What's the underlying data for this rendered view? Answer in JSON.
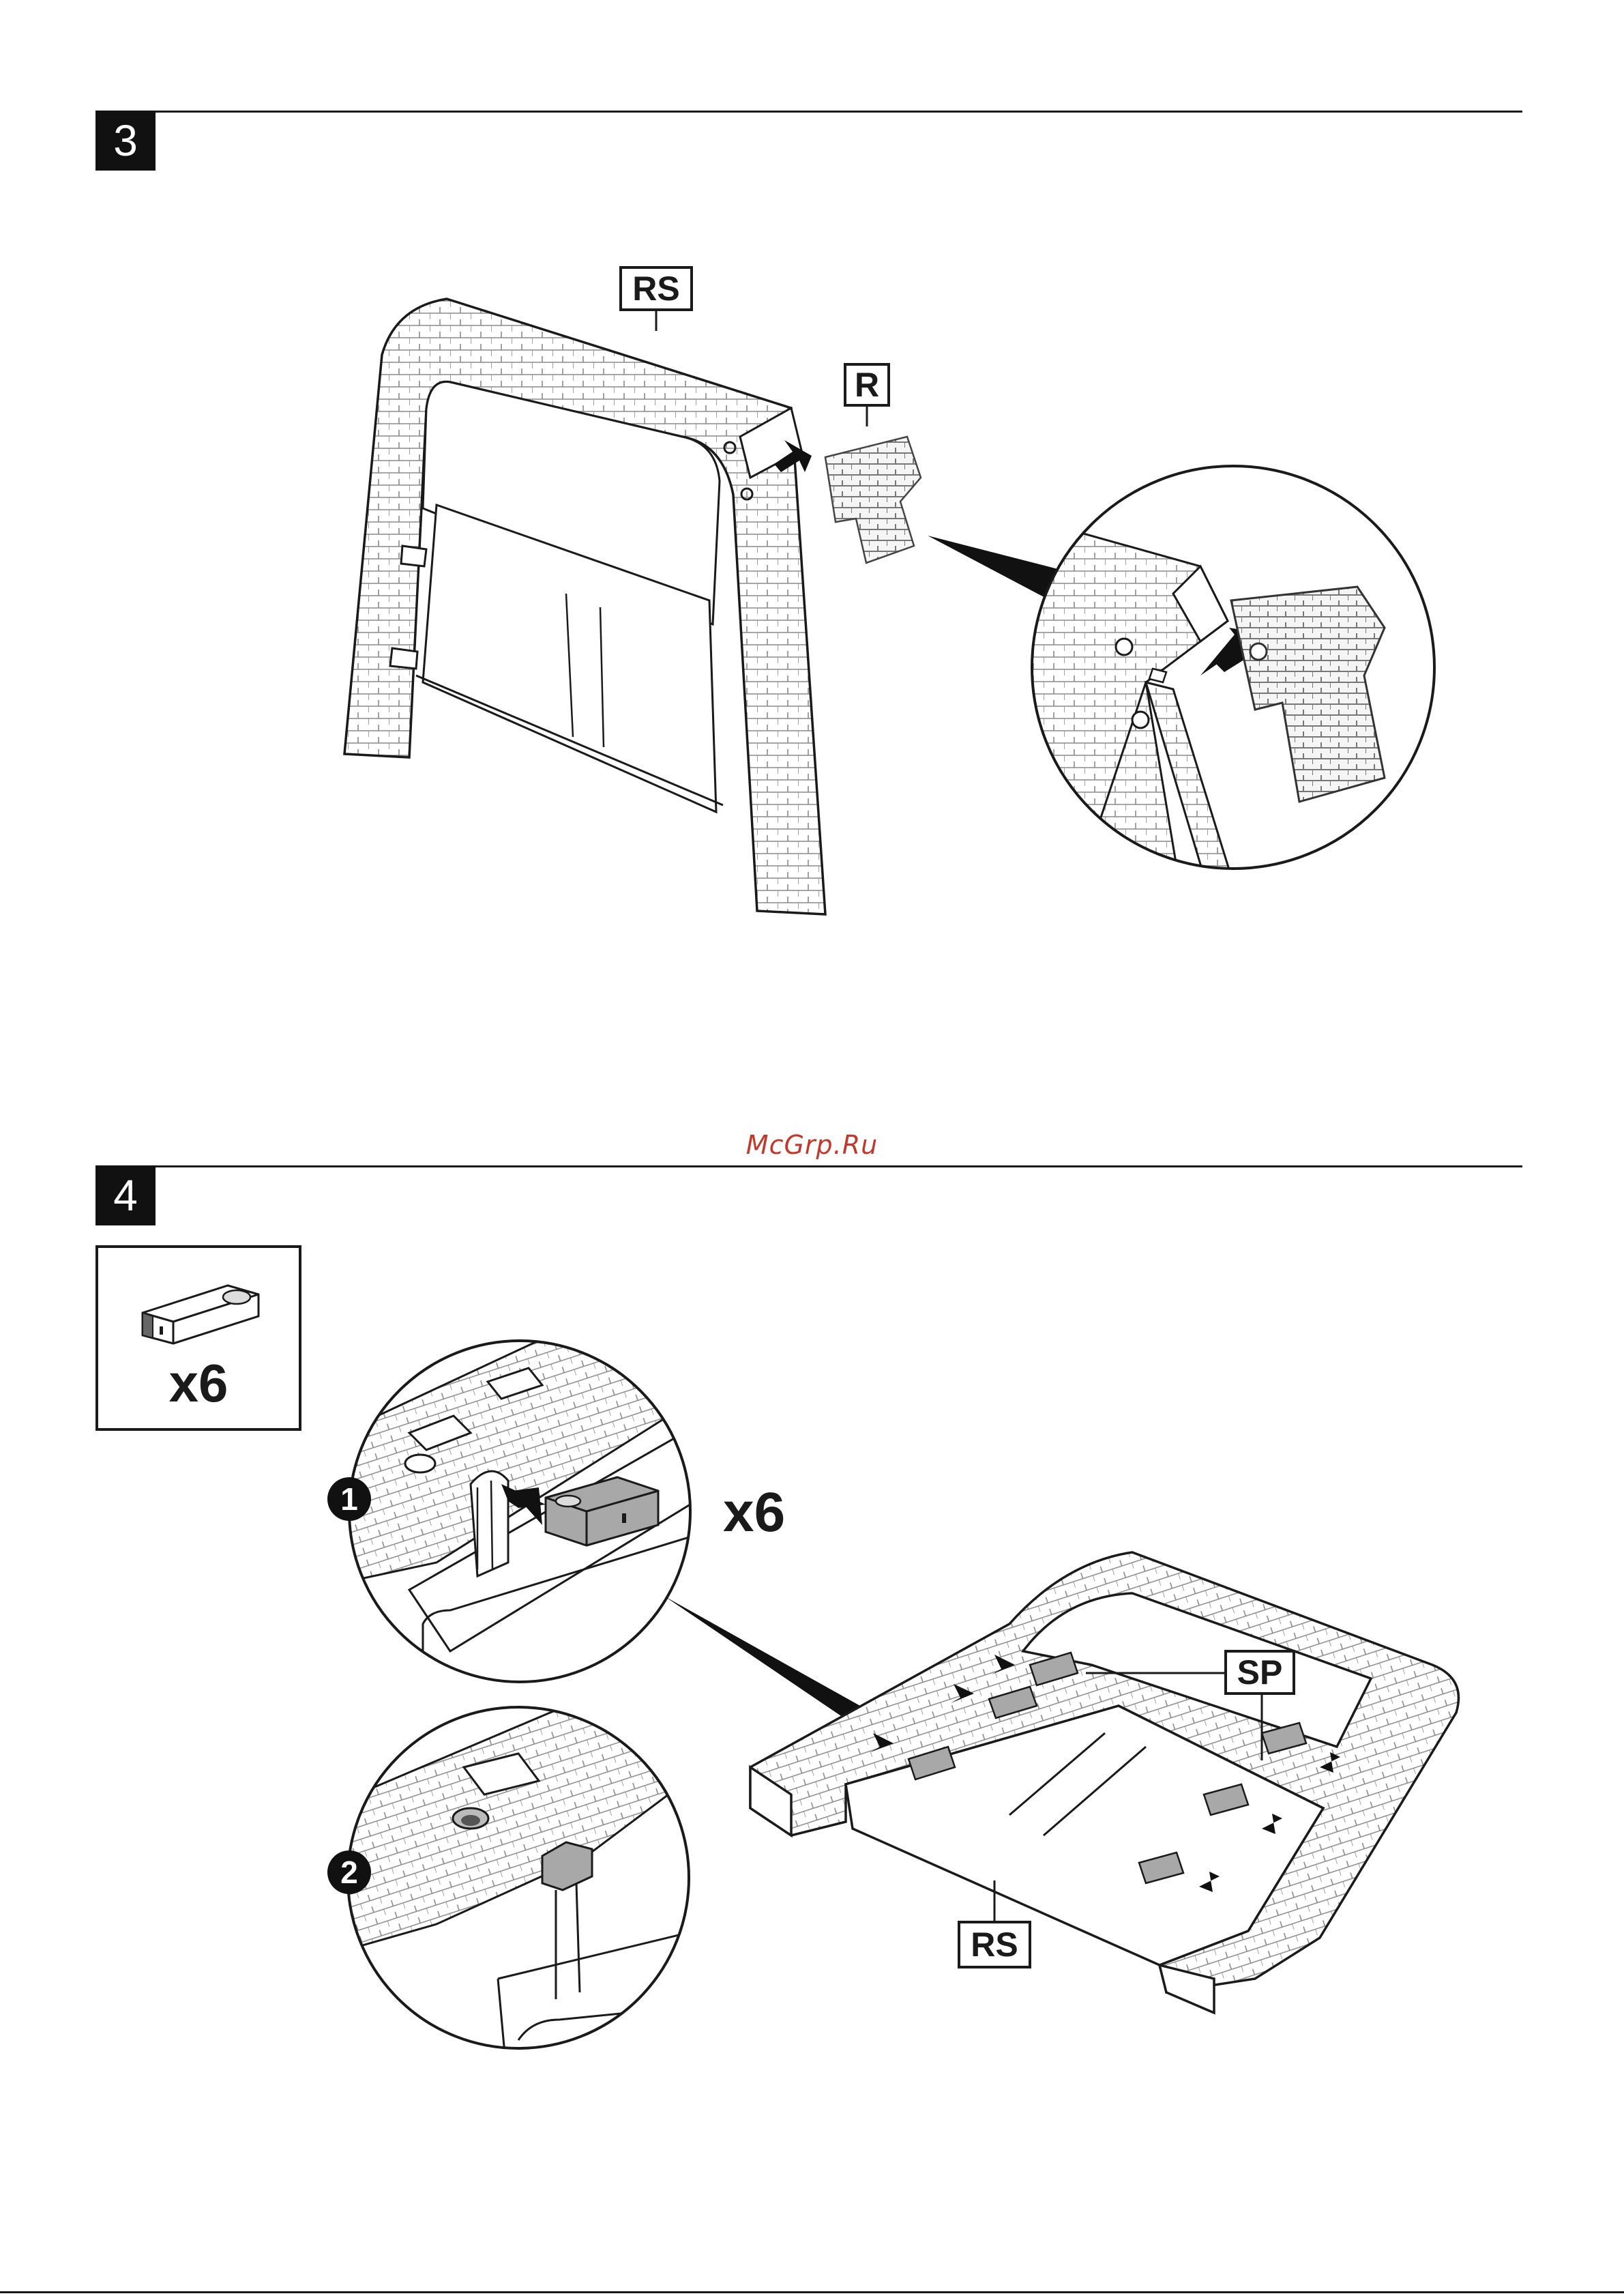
{
  "step3": {
    "number": "3",
    "label_seat": "RS",
    "label_part": "R"
  },
  "step4": {
    "number": "4",
    "part_qty": "x6",
    "insert_qty": "x6",
    "sub_step_1": "1",
    "sub_step_2": "2",
    "label_spacer": "SP",
    "label_seat": "RS"
  },
  "watermark": "McGrp.Ru",
  "colors": {
    "ink": "#1a1a1a",
    "part_gray": "#9a9a9a",
    "watermark": "#c0392b"
  }
}
